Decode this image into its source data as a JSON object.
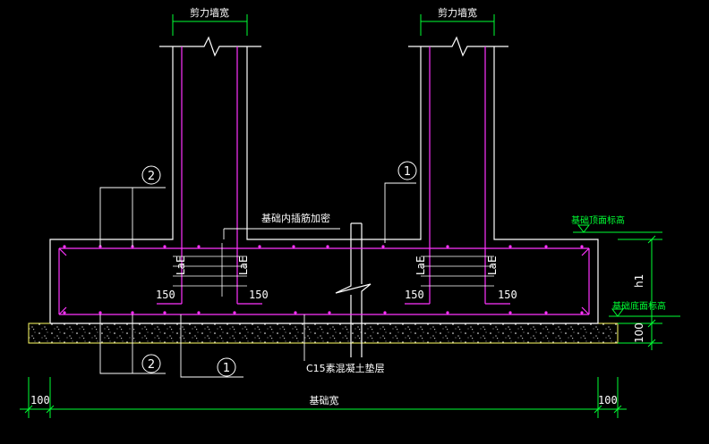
{
  "labels": {
    "shear_wall_width_left": "剪力墙宽",
    "shear_wall_width_right": "剪力墙宽",
    "internal_rebar_note": "基础内插筋加密",
    "top_elevation": "基础顶面标高",
    "bottom_elevation": "基础底面标高",
    "cushion_layer": "C15素混凝土垫层",
    "foundation_width": "基础宽",
    "h1": "h1",
    "dim_100_left": "100",
    "dim_100_right": "100",
    "dim_100_vertical": "100",
    "dim_150_1": "150",
    "dim_150_2": "150",
    "dim_150_3": "150",
    "dim_150_4": "150",
    "lae_1": "LaE",
    "lae_2": "LaE",
    "lae_3": "LaE",
    "lae_4": "LaE",
    "callout_2_top": "2",
    "callout_1_top": "1",
    "callout_2_bottom": "2",
    "callout_1_bottom": "1"
  },
  "colors": {
    "background": "#000000",
    "outline": "#ffffff",
    "rebar": "#ff33ff",
    "dimension": "#00ff33",
    "cushion": "#ffff66"
  }
}
